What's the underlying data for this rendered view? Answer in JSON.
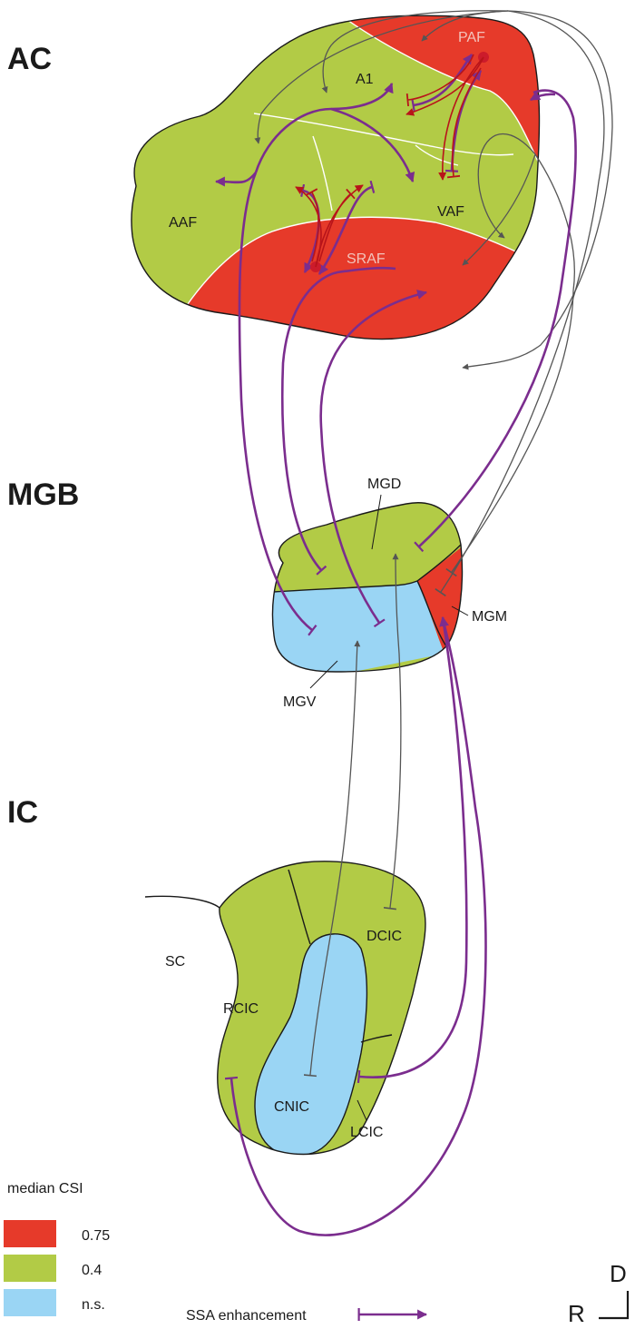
{
  "sections": {
    "ac": "AC",
    "mgb": "MGB",
    "ic": "IC"
  },
  "regions": {
    "paf": "PAF",
    "a1": "A1",
    "aaf": "AAF",
    "vaf": "VAF",
    "sraf": "SRAF",
    "mgd": "MGD",
    "mgm": "MGM",
    "mgv": "MGV",
    "sc": "SC",
    "dcic": "DCIC",
    "rcic": "RCIC",
    "cnic": "CNIC",
    "lcic": "LCIC"
  },
  "legend": {
    "title": "median CSI",
    "items": [
      {
        "label": "0.75",
        "color": "#e63a2a"
      },
      {
        "label": "0.4",
        "color": "#b2cb46"
      },
      {
        "label": "n.s.",
        "color": "#9ad5f4"
      }
    ],
    "ssa_label": "SSA enhancement"
  },
  "orientation": {
    "dorsal": "D",
    "rostral": "R"
  },
  "colors": {
    "high": "#e63a2a",
    "mid": "#b2cb46",
    "ns": "#9ad5f4",
    "purple": "#7b2d8e",
    "gray": "#555555",
    "darkred": "#b8141a"
  }
}
